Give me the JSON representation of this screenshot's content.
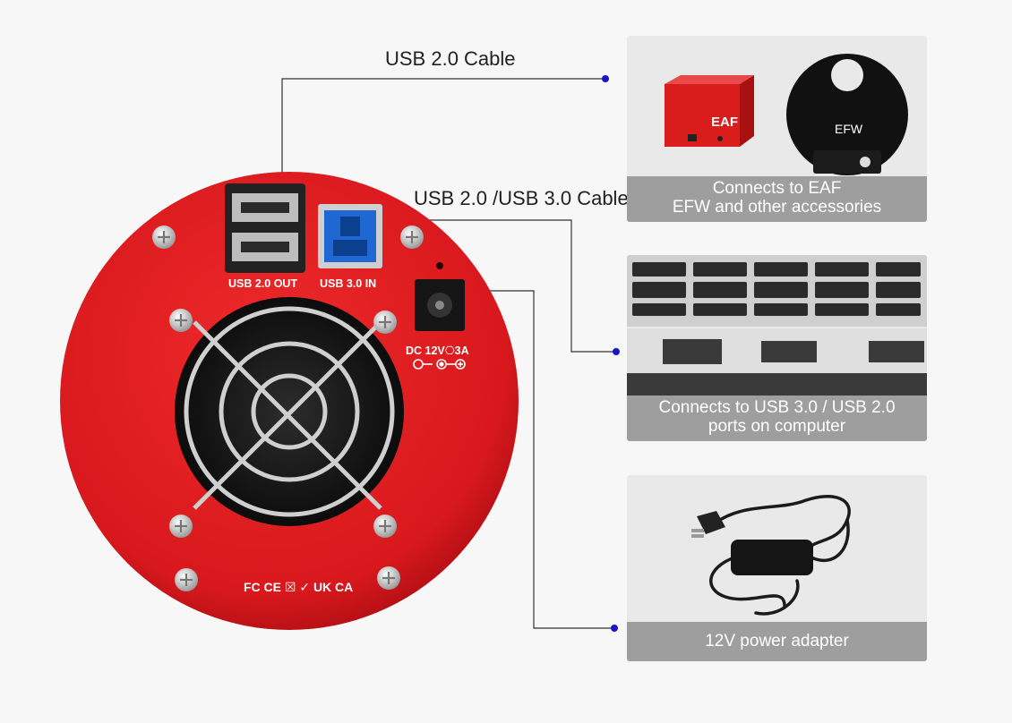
{
  "callouts": [
    {
      "id": "usb2",
      "label": "USB 2.0 Cable"
    },
    {
      "id": "usb3",
      "label": "USB 2.0 /USB 3.0 Cable"
    }
  ],
  "camera": {
    "port_labels": {
      "usb_out": "USB 2.0 OUT",
      "usb_in": "USB 3.0 IN",
      "dc": "DC 12V⎔3A"
    },
    "cert_marks": "FC CE ☒ ✓ UK CA"
  },
  "panels": [
    {
      "id": "accessories",
      "caption_lines": [
        "Connects to EAF",
        "EFW and other accessories"
      ],
      "eaf_label": "EAF",
      "efw_label": "EFW"
    },
    {
      "id": "computer",
      "caption_lines": [
        "Connects to USB 3.0 / USB 2.0",
        "ports on computer"
      ]
    },
    {
      "id": "power",
      "caption_lines": [
        "12V power adapter"
      ]
    }
  ],
  "colors": {
    "camera_red": "#e31b23",
    "usb3_blue": "#1f67d2",
    "callout_dot": "#1a14c8",
    "caption_gray": "#9e9e9e"
  }
}
